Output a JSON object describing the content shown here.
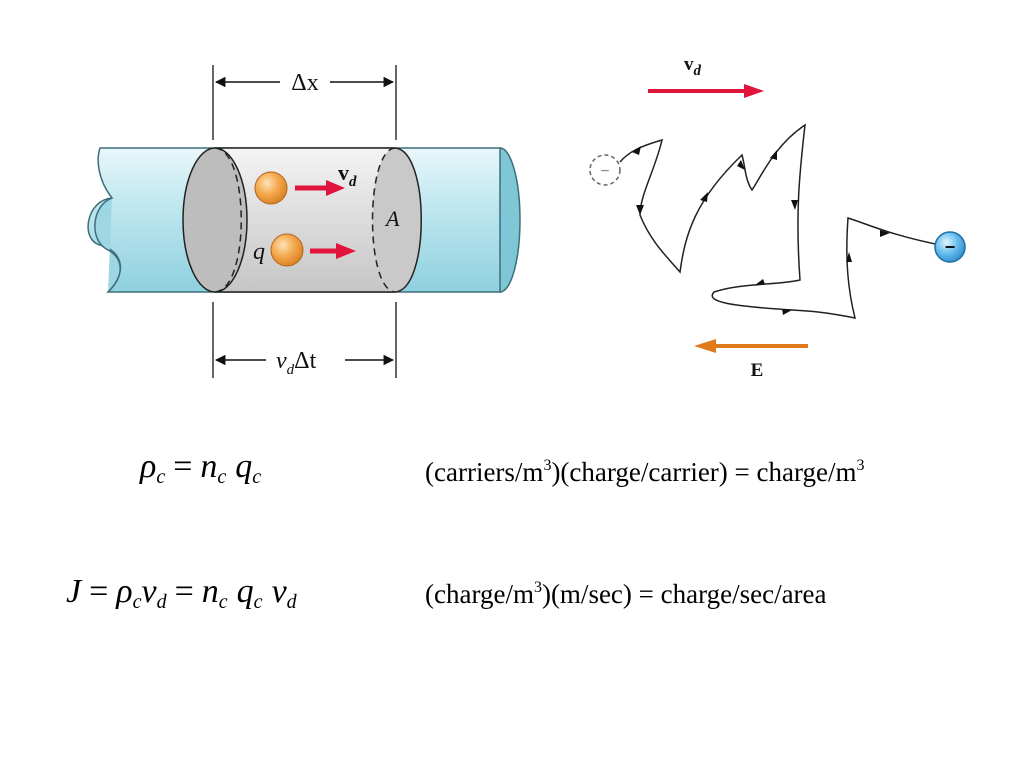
{
  "cylinder_diagram": {
    "length_label": "Δx",
    "velocity_label_v": "v",
    "velocity_label_sub": "d",
    "charge_label": "q",
    "area_label": "A",
    "time_label_v": "v",
    "time_label_sub": "d",
    "time_label_rest": "Δt",
    "colors": {
      "tube": "#bfe6ee",
      "tube_dark": "#8ccfdd",
      "slab": "#d9d9d9",
      "charge": "#f2a44a",
      "arrow": "#e0143c"
    }
  },
  "drift_diagram": {
    "velocity_label_v": "v",
    "velocity_label_sub": "d",
    "field_label": "E",
    "start_sign": "−",
    "end_sign": "−",
    "colors": {
      "velocity_arrow": "#e0143c",
      "field_arrow": "#e07a1a",
      "electron": "#5bb8ea"
    }
  },
  "equations": {
    "eq1": {
      "rho": "ρ",
      "rho_sub": "c",
      "eq": "=",
      "n": "n",
      "n_sub": "c",
      "q": "q",
      "q_sub": "c"
    },
    "eq1_units": {
      "p1": "(carriers/m",
      "p1_sup": "3",
      "p2": ")(charge/carrier) = charge/m",
      "p2_sup": "3"
    },
    "eq2": {
      "J": "J",
      "eq1": "=",
      "rho": "ρ",
      "rho_sub": "c",
      "v": "v",
      "v_sub": "d",
      "eq2": "=",
      "n": "n",
      "n_sub": "c",
      "q": "q",
      "q_sub": "c",
      "v2": "v",
      "v2_sub": "d"
    },
    "eq2_units": {
      "p1": "(charge/m",
      "p1_sup": "3",
      "p2": ")(m/sec) = charge/sec/area"
    }
  }
}
